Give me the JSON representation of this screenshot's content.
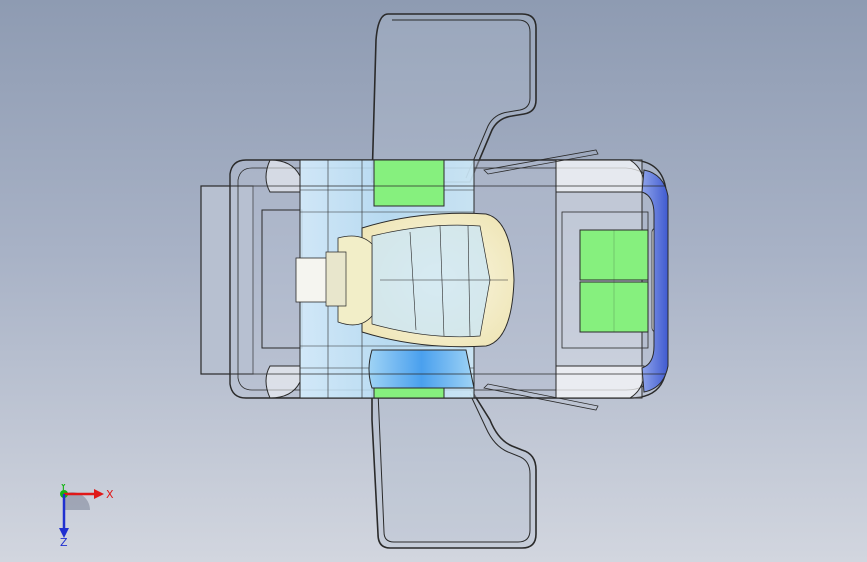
{
  "viewport": {
    "background_top": "#8e9bb2",
    "background_bottom": "#d2d6df"
  },
  "model": {
    "outline_color": "#2a2a2a",
    "glass_color": "#bfe3f7",
    "highlight_color": "#5aa8ef",
    "panel_color": "#86f07e",
    "seat_color": "#f6f1d6",
    "bumper_color": "#4a66d6"
  },
  "triad": {
    "x_label": "X",
    "y_label": "Y",
    "z_label": "Z",
    "x_color": "#e01818",
    "y_color": "#13b513",
    "z_color": "#2030d0",
    "icon": "coordinate-triad-icon"
  }
}
